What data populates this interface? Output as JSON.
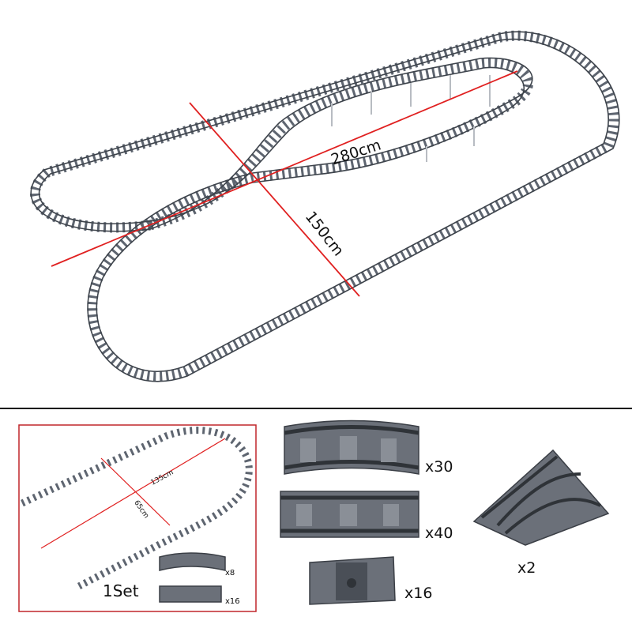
{
  "layout_dimensions": {
    "length": "280cm",
    "width": "150cm"
  },
  "set_inset": {
    "length": "135cm",
    "width": "65cm",
    "set_label": "1Set",
    "curved_qty": "x8",
    "straight_qty": "x16"
  },
  "parts": [
    {
      "name": "curved-track",
      "qty": "x30"
    },
    {
      "name": "straight-track",
      "qty": "x40"
    },
    {
      "name": "flexible-track",
      "qty": "x16"
    },
    {
      "name": "switch-track",
      "qty": "x2"
    }
  ],
  "colors": {
    "track": "#5e6570",
    "measure_line": "#e02020",
    "inset_border": "#c0262a"
  }
}
